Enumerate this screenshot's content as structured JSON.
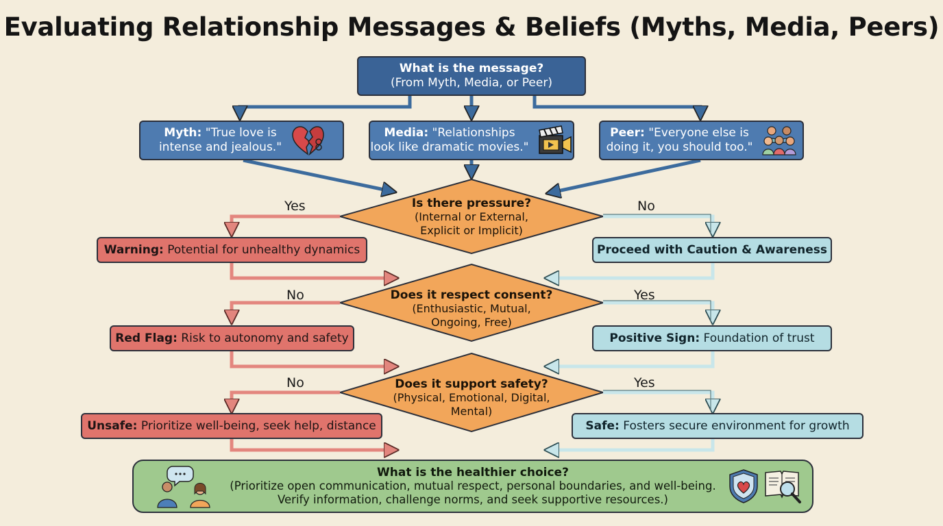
{
  "title": "Evaluating Relationship Messages & Beliefs (Myths, Media, Peers)",
  "start": {
    "question": "What is the message?",
    "sub": "(From Myth, Media, or Peer)"
  },
  "sources": {
    "myth": {
      "label": "Myth:",
      "line1": "\"True love is",
      "line2": "intense and jealous.\"",
      "icon": "broken-heart-icon"
    },
    "media": {
      "label": "Media:",
      "line1": "\"Relationships",
      "line2": "look like dramatic movies.\"",
      "icon": "film-clapper-icon"
    },
    "peer": {
      "label": "Peer:",
      "line1": "\"Everyone else is",
      "line2": "doing it, you should too.\"",
      "icon": "group-icon"
    }
  },
  "decisions": {
    "pressure": {
      "question": "Is there pressure?",
      "sub1": "(Internal or External,",
      "sub2": "Explicit or Implicit)",
      "left": "Yes",
      "right": "No"
    },
    "consent": {
      "question": "Does it respect consent?",
      "sub1": "(Enthusiastic, Mutual,",
      "sub2": "Ongoing, Free)",
      "left": "No",
      "right": "Yes"
    },
    "safety": {
      "question": "Does it support safety?",
      "sub1": "(Physical, Emotional, Digital,",
      "sub2": "Mental)",
      "left": "No",
      "right": "Yes"
    }
  },
  "outcomes": {
    "warning": {
      "label": "Warning:",
      "text": "Potential for unhealthy dynamics"
    },
    "caution": {
      "label": "Proceed with Caution & Awareness"
    },
    "red_flag": {
      "label": "Red Flag:",
      "text": "Risk to autonomy and safety"
    },
    "positive": {
      "label": "Positive Sign:",
      "text": "Foundation of trust"
    },
    "unsafe": {
      "label": "Unsafe:",
      "text": "Prioritize well-being, seek help, distance"
    },
    "safe": {
      "label": "Safe:",
      "text": "Fosters secure environment for growth"
    }
  },
  "final": {
    "question": "What is the healthier choice?",
    "line1": "(Prioritize open communication, mutual respect, personal boundaries, and well-being.",
    "line2": "Verify information, challenge norms, and seek supportive resources.)"
  },
  "colors": {
    "background": "#f4eddc",
    "blue": "#4e7bb0",
    "red": "#e0746c",
    "teal": "#b5dde3",
    "orange": "#f2a65a",
    "green": "#9fc98e"
  }
}
